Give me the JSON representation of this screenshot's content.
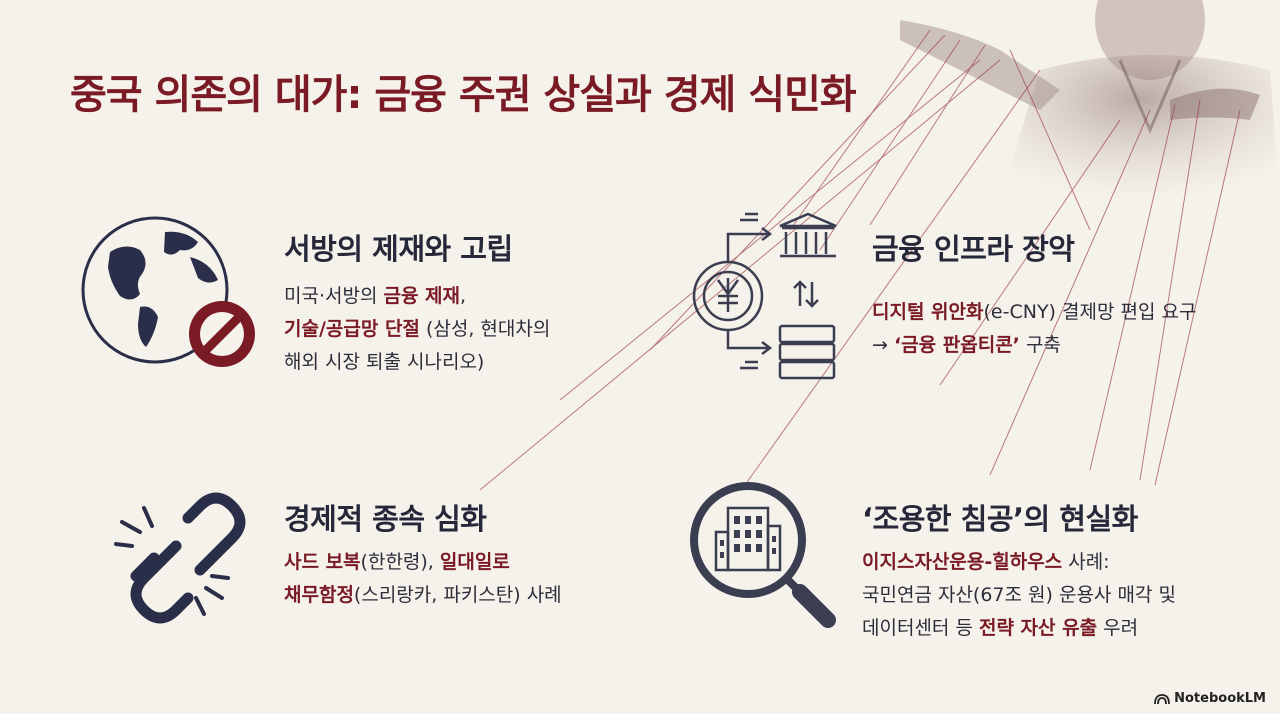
{
  "title": "중국 의존의 대가: 금융 주권 상실과 경제 식민화",
  "sections": [
    {
      "heading": "서방의 제재와 고립",
      "icon": "globe-prohibited-icon",
      "lines": [
        [
          {
            "t": "미국·서방의 ",
            "h": false
          },
          {
            "t": "금융 제재",
            "h": true
          },
          {
            "t": ",",
            "h": false
          }
        ],
        [
          {
            "t": "기술/공급망 단절",
            "h": true
          },
          {
            "t": " (삼성, 현대차의",
            "h": false
          }
        ],
        [
          {
            "t": "해외 시장 퇴출 시나리오)",
            "h": false
          }
        ]
      ]
    },
    {
      "heading": "금융 인프라 장악",
      "icon": "yuan-bank-server-icon",
      "lines": [
        [
          {
            "t": "디지털 위안화",
            "h": true
          },
          {
            "t": "(e-CNY) 결제망 편입 요구",
            "h": false
          }
        ],
        [
          {
            "t": "→ ",
            "h": false
          },
          {
            "t": "‘금융 판옵티콘’",
            "h": true
          },
          {
            "t": " 구축",
            "h": false
          }
        ]
      ]
    },
    {
      "heading": "경제적 종속 심화",
      "icon": "broken-chain-icon",
      "lines": [
        [
          {
            "t": "사드 보복",
            "h": true
          },
          {
            "t": "(한한령), ",
            "h": false
          },
          {
            "t": "일대일로",
            "h": true
          }
        ],
        [
          {
            "t": "채무함정",
            "h": true
          },
          {
            "t": "(스리랑카, 파키스탄) 사례",
            "h": false
          }
        ]
      ]
    },
    {
      "heading": "‘조용한 침공’의 현실화",
      "icon": "magnifier-building-icon",
      "lines": [
        [
          {
            "t": "이지스자산운용-힐하우스",
            "h": true
          },
          {
            "t": " 사례:",
            "h": false
          }
        ],
        [
          {
            "t": "국민연금 자산(67조 원) 운용사 매각 및",
            "h": false
          }
        ],
        [
          {
            "t": "데이터센터 등 ",
            "h": false
          },
          {
            "t": "전략 자산 유출",
            "h": true
          },
          {
            "t": " 우려",
            "h": false
          }
        ]
      ]
    }
  ],
  "brand": "NotebookLM",
  "colors": {
    "accent": "#7a1a24",
    "text": "#26283a",
    "background": "#f5f1eb"
  }
}
